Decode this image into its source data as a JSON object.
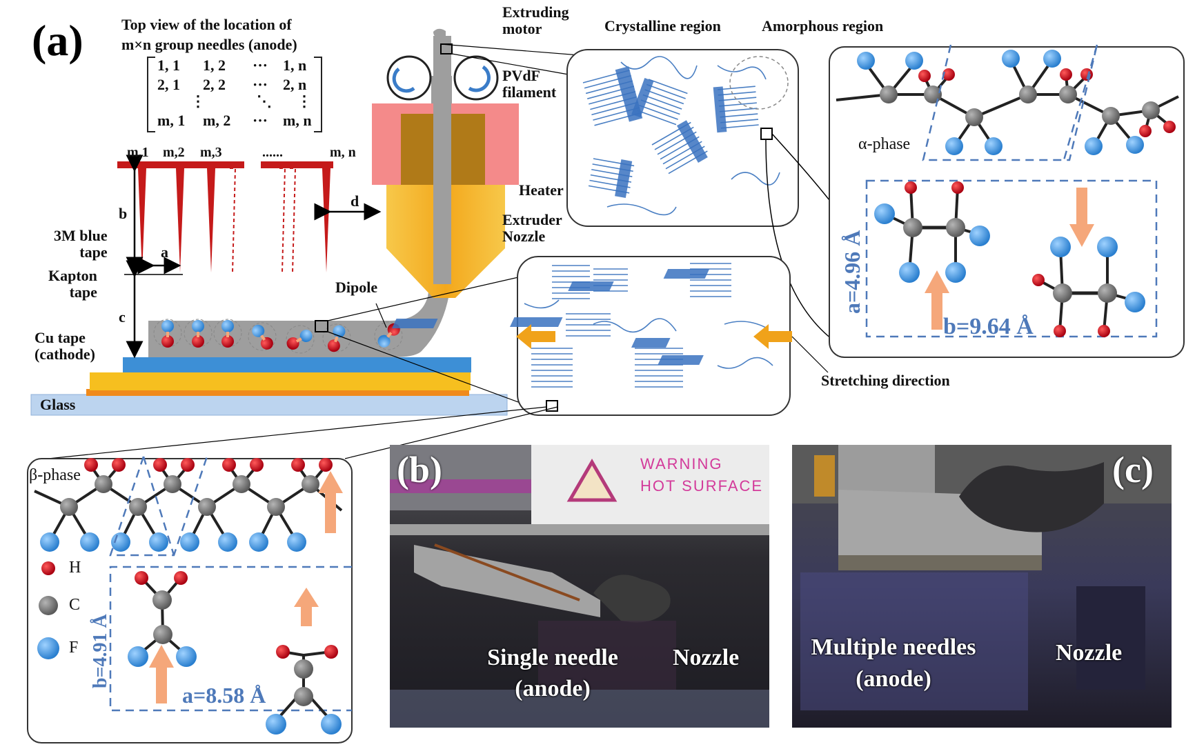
{
  "figure": {
    "panel_a": "(a)",
    "panel_b": "(b)",
    "panel_c": "(c)"
  },
  "needles": {
    "title_line1": "Top view of the location of",
    "title_line2": "m×n group needles (anode)",
    "matrix": {
      "r1": [
        "1, 1",
        "1, 2",
        "···",
        "1, n"
      ],
      "r2": [
        "2, 1",
        "2, 2",
        "···",
        "2, n"
      ],
      "r3": [
        "⋮",
        "⋱",
        "⋮"
      ],
      "r4": [
        "m, 1",
        "m, 2",
        "···",
        "m, n"
      ]
    },
    "row_labels": [
      "m,1",
      "m,2",
      "m,3",
      "......",
      "m, n"
    ],
    "dim_a": "a",
    "dim_b": "b",
    "dim_c": "c",
    "dim_d": "d"
  },
  "printer": {
    "extruding_motor": "Extruding\nmotor",
    "pvdf_filament": "PVdF\nfilament",
    "heater": "Heater",
    "extruder_nozzle": "Extruder\nNozzle",
    "dipole": "Dipole",
    "tape_3m": "3M blue\ntape",
    "kapton": "Kapton\ntape",
    "cu_tape": "Cu tape\n(cathode)",
    "glass": "Glass"
  },
  "morphology": {
    "crystalline": "Crystalline region",
    "amorphous": "Amorphous region",
    "stretching": "Stretching direction"
  },
  "alpha": {
    "phase": "α-phase",
    "a_dim": "a=4.96 Å",
    "b_dim": "b=9.64 Å"
  },
  "beta": {
    "phase": "β-phase",
    "b_dim": "b=4.91 Å",
    "a_dim": "a=8.58 Å",
    "legend": [
      "H",
      "C",
      "F"
    ]
  },
  "photo_b": {
    "warning1": "WARNING",
    "warning2": "HOT SURFACE",
    "needle_lbl1": "Single needle",
    "needle_lbl2": "(anode)",
    "nozzle_lbl": "Nozzle"
  },
  "photo_c": {
    "needle_lbl1": "Multiple needles",
    "needle_lbl2": "(anode)",
    "nozzle_lbl": "Nozzle"
  },
  "colors": {
    "hydrogen": "#c0121b",
    "carbon": "#7a7a7a",
    "fluorine": "#3d8fd6",
    "needle": "#c51a1a",
    "heater": "#f48a8a",
    "dash": "#4e79b9",
    "arrow_orange": "#f5a77a",
    "stretch_arrow": "#f0a21a"
  }
}
